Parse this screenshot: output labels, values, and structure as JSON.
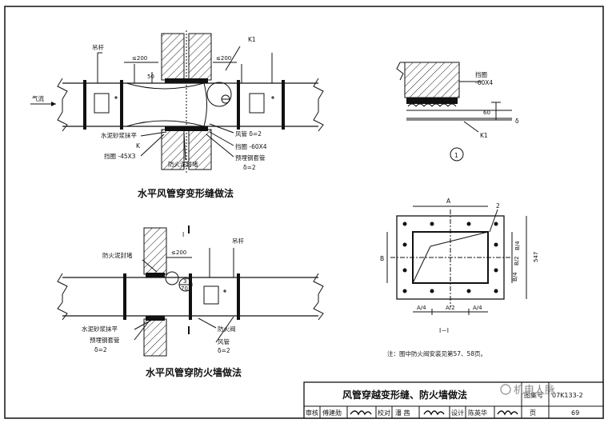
{
  "drawing": {
    "fig1": {
      "caption": "水平风管穿变形缝做法",
      "airflow": "气流",
      "hanger": "吊杆",
      "dim_le200_left": "≤200",
      "dim_le200_right": "≤200",
      "dim_50": "50",
      "mortar": "水泥砂浆抹平",
      "k": "K",
      "ring_left": "挡圈 -45X3",
      "fire_seal": "防火泥封堵",
      "duct": "风管 δ=2",
      "ring_right": "挡圈 -60X4",
      "embed_line1": "预埋钢套管",
      "embed_line2": "δ=2",
      "k1": "K1"
    },
    "fig2": {
      "caption": "水平风管穿防火墙做法",
      "section_mark": "I",
      "hanger": "吊杆",
      "fire_seal": "防火泥封堵",
      "dim_le200": "≤200",
      "ref_num": "3",
      "ref_page": "70",
      "mortar": "水泥砂浆抹平",
      "embed_line1": "预埋钢套管",
      "embed_line2": "δ=2",
      "damper": "防火阀",
      "duct_line1": "风管",
      "duct_line2": "δ=2"
    },
    "detail1": {
      "ring_line1": "挡圈",
      "ring_line2": "-60X4",
      "dim_60": "60",
      "k1": "K1",
      "delta": "δ",
      "circle_num": "1"
    },
    "section": {
      "title": "I－I",
      "A": "A",
      "B": "B",
      "A4_left": "A/4",
      "A2": "A/2",
      "A4_right": "A/4",
      "B4_top": "B/4",
      "B2": "B/2",
      "B4_bottom": "B/4",
      "dim_547": "547",
      "callout_2": "2"
    },
    "note": "注：图中防火阀安装见第57、58页。"
  },
  "title_block": {
    "title": "风管穿越变形缝、防火墙做法",
    "atlas_label": "图集号",
    "atlas_no": "07K133-2",
    "review_label": "审核",
    "reviewer": "傅建勋",
    "check_label": "校对",
    "checker": "潘 茜",
    "design_label": "设计",
    "designer": "陈英华",
    "page_label": "页",
    "page_no": "69"
  },
  "watermark": "机电人脉"
}
